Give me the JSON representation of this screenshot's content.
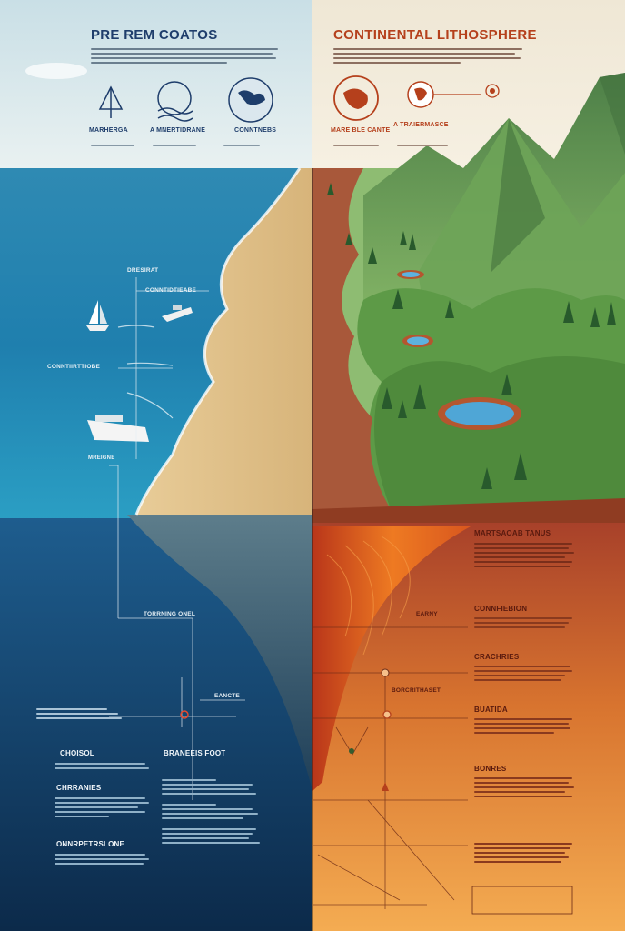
{
  "header": {
    "left_title": "PRE REM COATOS",
    "right_title": "CONTINENTAL LITHOSPHERE",
    "left_icon_labels": [
      "MARHERGA",
      "A MNERTIDRANE",
      "CONNTNEBS"
    ],
    "right_icon_labels": [
      "MARE BLE CANTE",
      "A TRAIERMASCE"
    ]
  },
  "left_labels": {
    "l1": "DRESIRAT",
    "l2": "CONNTIDTIEABE",
    "l3": "CONNTIIRTTIOBE",
    "l4": "MREIGNE",
    "l5": "TORRNING ONEL",
    "l6": "EANCTE",
    "b1": "CHOISOL",
    "b2": "BRANEEIS FOOT",
    "b3": "CHRRANIES",
    "b4": "ONNRPETRSLONE"
  },
  "right_labels": {
    "r_title": "MARTSAOAB TANUS",
    "r1": "CONNFIEBION",
    "r2": "CRACHRIES",
    "r3": "BUATIDA",
    "r4": "BONRES",
    "r5": "EARNY",
    "r6": "BORCRITHASET"
  },
  "colors": {
    "sky_top": "#cfe3ea",
    "ocean_surface": "#1a78a8",
    "ocean_deep": "#0e3a63",
    "sand": "#e3c48c",
    "grass": "#4f8a3c",
    "mountain": "#5f9a5a",
    "soil": "#a8583a",
    "lava": "#e66a1c",
    "orange_panel": "#e8893a",
    "title_blue": "#1e3d6b",
    "title_red": "#b5401c"
  }
}
